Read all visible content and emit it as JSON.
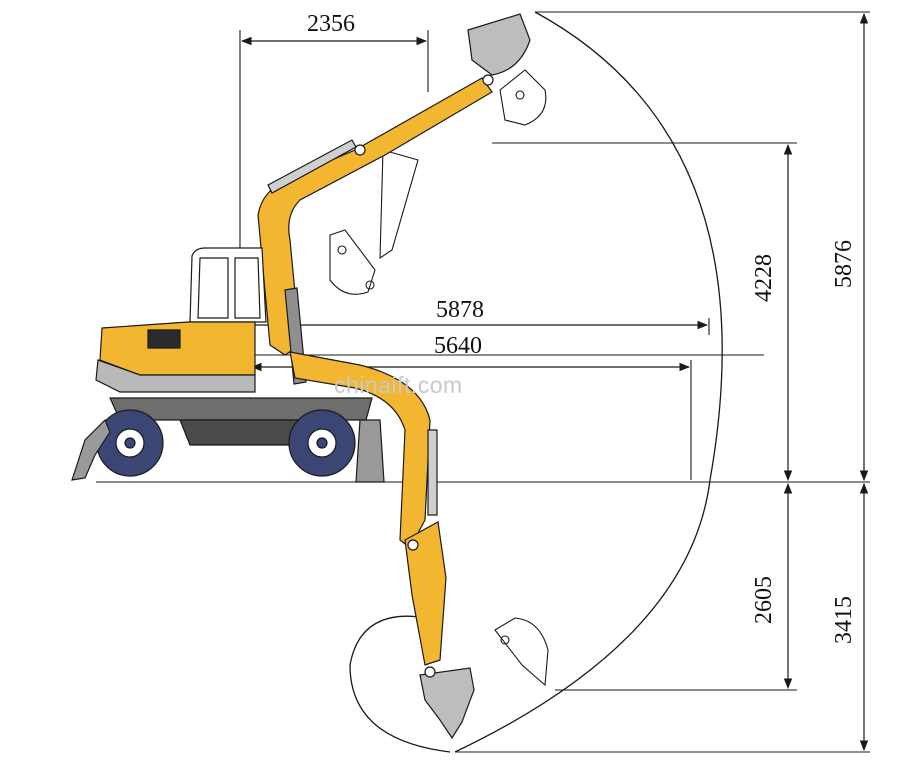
{
  "dimensions": {
    "top_width": "2356",
    "reach_ground": "5878",
    "reach_level": "5640",
    "dump_height": "4228",
    "max_height": "5876",
    "dig_depth": "2605",
    "max_depth": "3415"
  },
  "watermark": "chinaift.com",
  "colors": {
    "body": "#f2b631",
    "body_shadow": "#b9b9b9",
    "tire": "#3c4674",
    "line": "#1a1a1a"
  },
  "icons": [
    "arrow-icon",
    "excavator-icon",
    "bucket-icon",
    "wheel-icon"
  ]
}
